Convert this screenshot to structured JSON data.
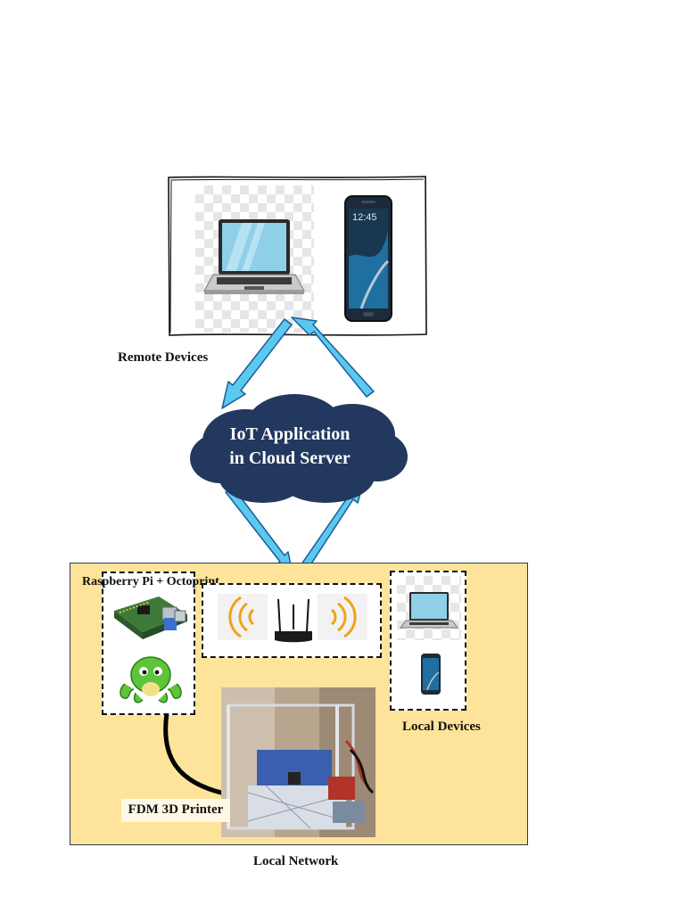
{
  "labels": {
    "remote_devices": "Remote Devices",
    "cloud_line1": "IoT Application",
    "cloud_line2": "in Cloud Server",
    "raspberry": "Raspberry Pi + Octoprint",
    "local_devices": "Local Devices",
    "fdm_printer": "FDM 3D Printer",
    "local_network": "Local Network"
  },
  "phone": {
    "clock": "12:45"
  },
  "icons": {
    "laptop": "laptop-icon",
    "phone": "smartphone-icon",
    "cloud": "cloud-icon",
    "raspberry": "raspberry-pi-board-icon",
    "octoprint": "octoprint-octopus-icon",
    "router": "wifi-router-icon",
    "printer": "3d-printer-photo",
    "arrows": "bidirectional-arrow-icon"
  },
  "colors": {
    "cloud": "#22385e",
    "arrow_fill": "#5bc8f0",
    "arrow_stroke": "#1b5e96",
    "local_network_bg": "#fde49a",
    "wifi_wave": "#f0a21a"
  }
}
